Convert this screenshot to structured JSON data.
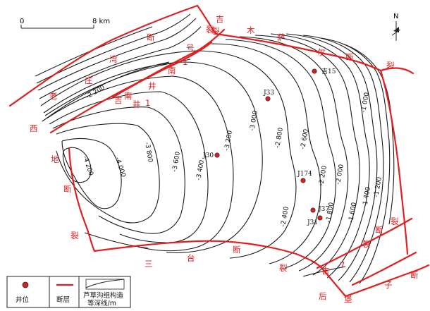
{
  "scale_bar": {
    "start_label": "0",
    "end_label": "8 km"
  },
  "north_arrow": {
    "label": "N"
  },
  "fault_labels": [
    {
      "text": "吉"
    },
    {
      "text": "木"
    },
    {
      "text": "萨"
    },
    {
      "text": "尔"
    },
    {
      "text": "断"
    },
    {
      "text": "裂"
    },
    {
      "text": "裂"
    },
    {
      "text": "断"
    },
    {
      "text": "湾"
    },
    {
      "text": "庄"
    },
    {
      "text": "老"
    },
    {
      "text": "西"
    },
    {
      "text": "地"
    },
    {
      "text": "断"
    },
    {
      "text": "裂"
    },
    {
      "text": "三"
    },
    {
      "text": "台"
    },
    {
      "text": "断"
    },
    {
      "text": "裂"
    },
    {
      "text": "吉"
    },
    {
      "text": "7"
    },
    {
      "text": "后"
    },
    {
      "text": "堡"
    },
    {
      "text": "子"
    },
    {
      "text": "断"
    },
    {
      "text": "裂"
    },
    {
      "text": "裂"
    },
    {
      "text": "断"
    },
    {
      "text": "南"
    },
    {
      "text": "井"
    },
    {
      "text": "裂"
    },
    {
      "text": "号"
    },
    {
      "text": "1"
    },
    {
      "text": "南"
    },
    {
      "text": "井"
    },
    {
      "text": "吉"
    },
    {
      "text": "1"
    }
  ],
  "contour_labels": [
    {
      "text": "-4 200"
    },
    {
      "text": "-4 000"
    },
    {
      "text": "-3 800"
    },
    {
      "text": "-3 600"
    },
    {
      "text": "-3 400"
    },
    {
      "text": "-3 200"
    },
    {
      "text": "-3 000"
    },
    {
      "text": "-2 800"
    },
    {
      "text": "-2 600"
    },
    {
      "text": "-2 400"
    },
    {
      "text": "-2 200"
    },
    {
      "text": "-2 000"
    },
    {
      "text": "-1 800"
    },
    {
      "text": "-1 600"
    },
    {
      "text": "-1 400"
    },
    {
      "text": "-1 200"
    },
    {
      "text": "-1 000"
    },
    {
      "text": "-2 200"
    }
  ],
  "wells": [
    {
      "name": "吉15"
    },
    {
      "name": "J33"
    },
    {
      "name": "J30"
    },
    {
      "name": "J174"
    },
    {
      "name": "J37"
    },
    {
      "name": "J31"
    }
  ],
  "legend": {
    "well_label": "井位",
    "fault_label": "断层",
    "contour_label_line1": "芦草沟组构造",
    "contour_label_line2": "等深线/m"
  }
}
